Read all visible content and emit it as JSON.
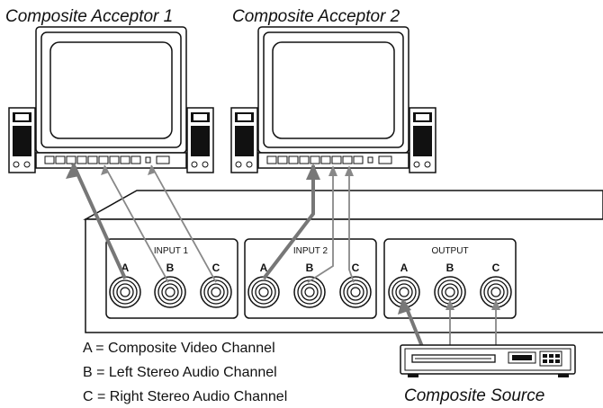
{
  "acceptors": [
    {
      "title": "Composite Acceptor 1"
    },
    {
      "title": "Composite Acceptor 2"
    }
  ],
  "source": {
    "title": "Composite Source"
  },
  "panels": [
    {
      "label": "INPUT 1",
      "jacks": [
        "A",
        "B",
        "C"
      ]
    },
    {
      "label": "INPUT 2",
      "jacks": [
        "A",
        "B",
        "C"
      ]
    },
    {
      "label": "OUTPUT",
      "jacks": [
        "A",
        "B",
        "C"
      ]
    }
  ],
  "legend": [
    "A = Composite Video Channel",
    "B = Left Stereo Audio Channel",
    "C = Right Stereo Audio Channel"
  ],
  "colors": {
    "line": "#111111",
    "cable_thick": "#777777",
    "cable_thin": "#888888"
  }
}
